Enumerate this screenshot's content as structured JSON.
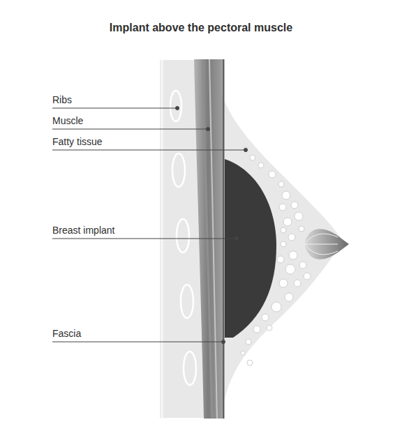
{
  "diagram": {
    "title": "Implant above the pectoral muscle",
    "labels": [
      "Ribs",
      "Muscle",
      "Fatty tissue",
      "Breast implant",
      "Fascia"
    ]
  }
}
